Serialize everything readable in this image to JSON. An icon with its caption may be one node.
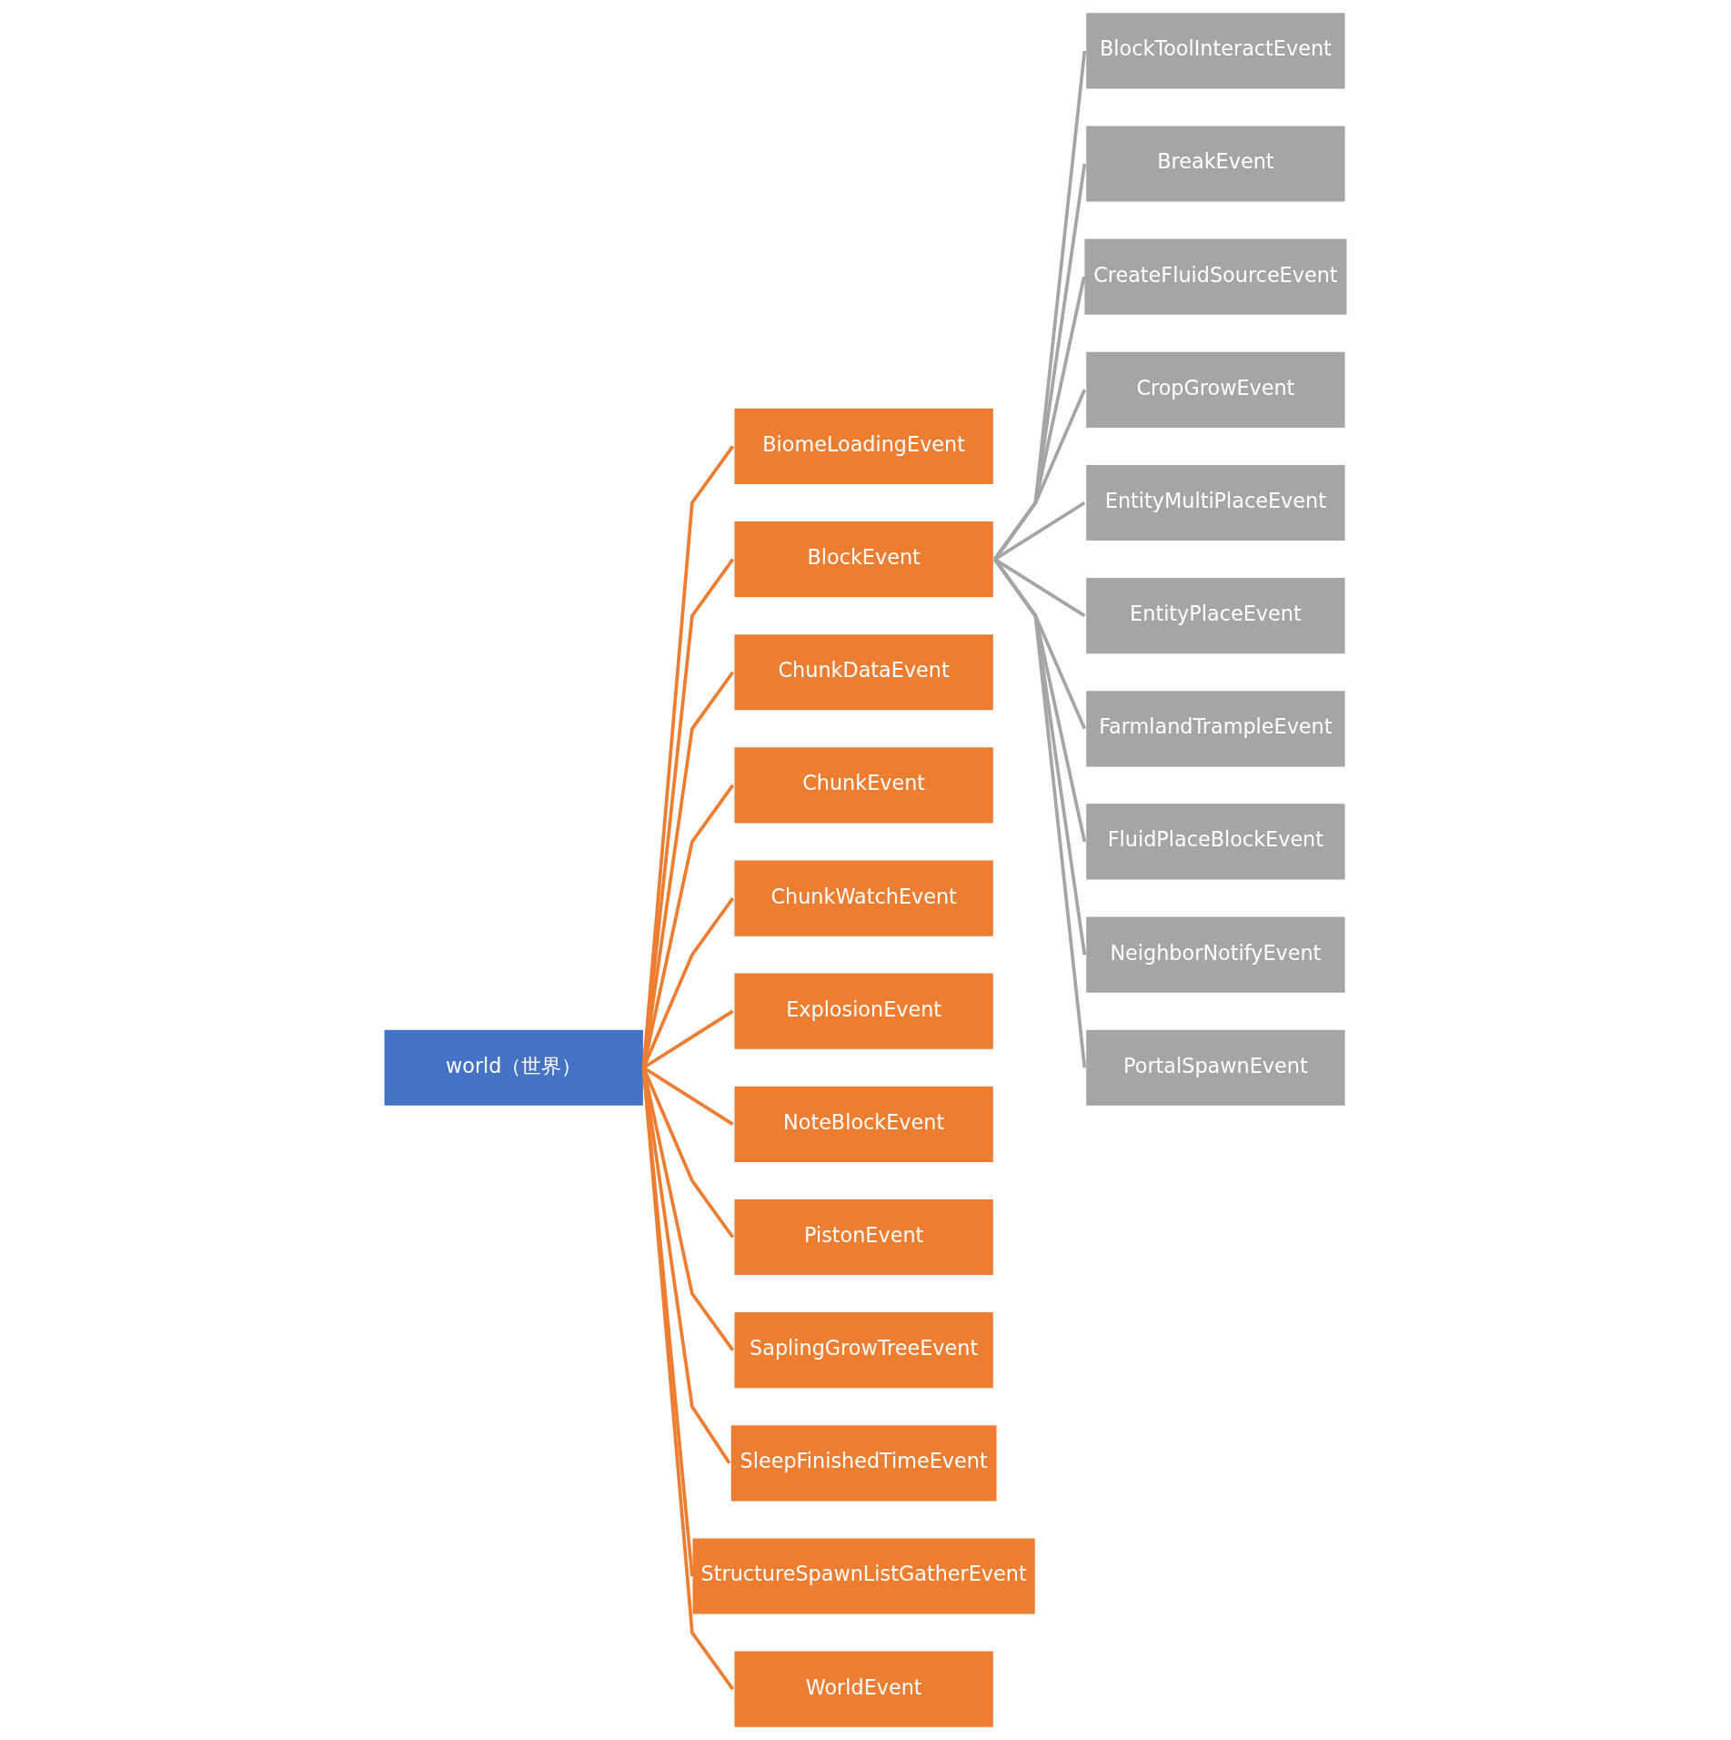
{
  "diagram": {
    "nodes": [
      {
        "text": [
          "world（世界）"
        ]
      },
      {
        "text": [
          "BiomeLoadingEvent"
        ]
      },
      {
        "text": [
          "BlockEvent"
        ]
      },
      {
        "text": [
          "ChunkDataEvent"
        ]
      },
      {
        "text": [
          "ChunkEvent"
        ]
      },
      {
        "text": [
          "ChunkWatchEvent"
        ]
      },
      {
        "text": [
          "ExplosionEvent"
        ]
      },
      {
        "text": [
          "NoteBlockEvent"
        ]
      },
      {
        "text": [
          "PistonEvent"
        ]
      },
      {
        "text": [
          "SaplingGrowTreeEvent"
        ]
      },
      {
        "text": [
          "SleepFinishedTimeEvent"
        ]
      },
      {
        "text": [
          "StructureSpawnListGatherEvent"
        ]
      },
      {
        "text": [
          "WorldEvent"
        ]
      },
      {
        "text": [
          "BlockToolInteractEvent"
        ]
      },
      {
        "text": [
          "BreakEvent"
        ]
      },
      {
        "text": [
          "CreateFluidSourceEvent"
        ]
      },
      {
        "text": [
          "CropGrowEvent"
        ]
      },
      {
        "text": [
          "EntityMultiPlaceEvent"
        ]
      },
      {
        "text": [
          "EntityPlaceEvent"
        ]
      },
      {
        "text": [
          "FarmlandTrampleEvent"
        ]
      },
      {
        "text": [
          "FluidPlaceBlockEvent"
        ]
      },
      {
        "text": [
          "NeighborNotifyEvent"
        ]
      },
      {
        "text": [
          "PortalSpawnEvent"
        ]
      }
    ],
    "edges": [
      {
        "from": 0,
        "to": 1,
        "arrow": "none"
      },
      {
        "from": 0,
        "to": 2,
        "arrow": "none"
      },
      {
        "from": 0,
        "to": 3,
        "arrow": "none"
      },
      {
        "from": 0,
        "to": 4,
        "arrow": "none"
      },
      {
        "from": 0,
        "to": 5,
        "arrow": "none"
      },
      {
        "from": 0,
        "to": 6,
        "arrow": "none"
      },
      {
        "from": 0,
        "to": 7,
        "arrow": "none"
      },
      {
        "from": 0,
        "to": 8,
        "arrow": "none"
      },
      {
        "from": 0,
        "to": 9,
        "arrow": "none"
      },
      {
        "from": 0,
        "to": 10,
        "arrow": "none"
      },
      {
        "from": 0,
        "to": 11,
        "arrow": "none"
      },
      {
        "from": 0,
        "to": 12,
        "arrow": "none"
      },
      {
        "from": 2,
        "to": 13,
        "arrow": "none",
        "color": "#a5a5a5"
      },
      {
        "from": 2,
        "to": 14,
        "arrow": "none",
        "color": "#a5a5a5"
      },
      {
        "from": 2,
        "to": 15,
        "arrow": "none",
        "color": "#a5a5a5"
      },
      {
        "from": 2,
        "to": 16,
        "arrow": "none",
        "color": "#a5a5a5"
      },
      {
        "from": 2,
        "to": 17,
        "arrow": "none",
        "color": "#a5a5a5"
      },
      {
        "from": 2,
        "to": 18,
        "arrow": "none",
        "color": "#a5a5a5"
      },
      {
        "from": 2,
        "to": 19,
        "arrow": "none",
        "color": "#a5a5a5"
      },
      {
        "from": 2,
        "to": 20,
        "arrow": "none",
        "color": "#a5a5a5"
      },
      {
        "from": 2,
        "to": 21,
        "arrow": "none",
        "color": "#a5a5a5"
      },
      {
        "from": 2,
        "to": 22,
        "arrow": "none",
        "color": "#a5a5a5"
      }
    ]
  }
}
